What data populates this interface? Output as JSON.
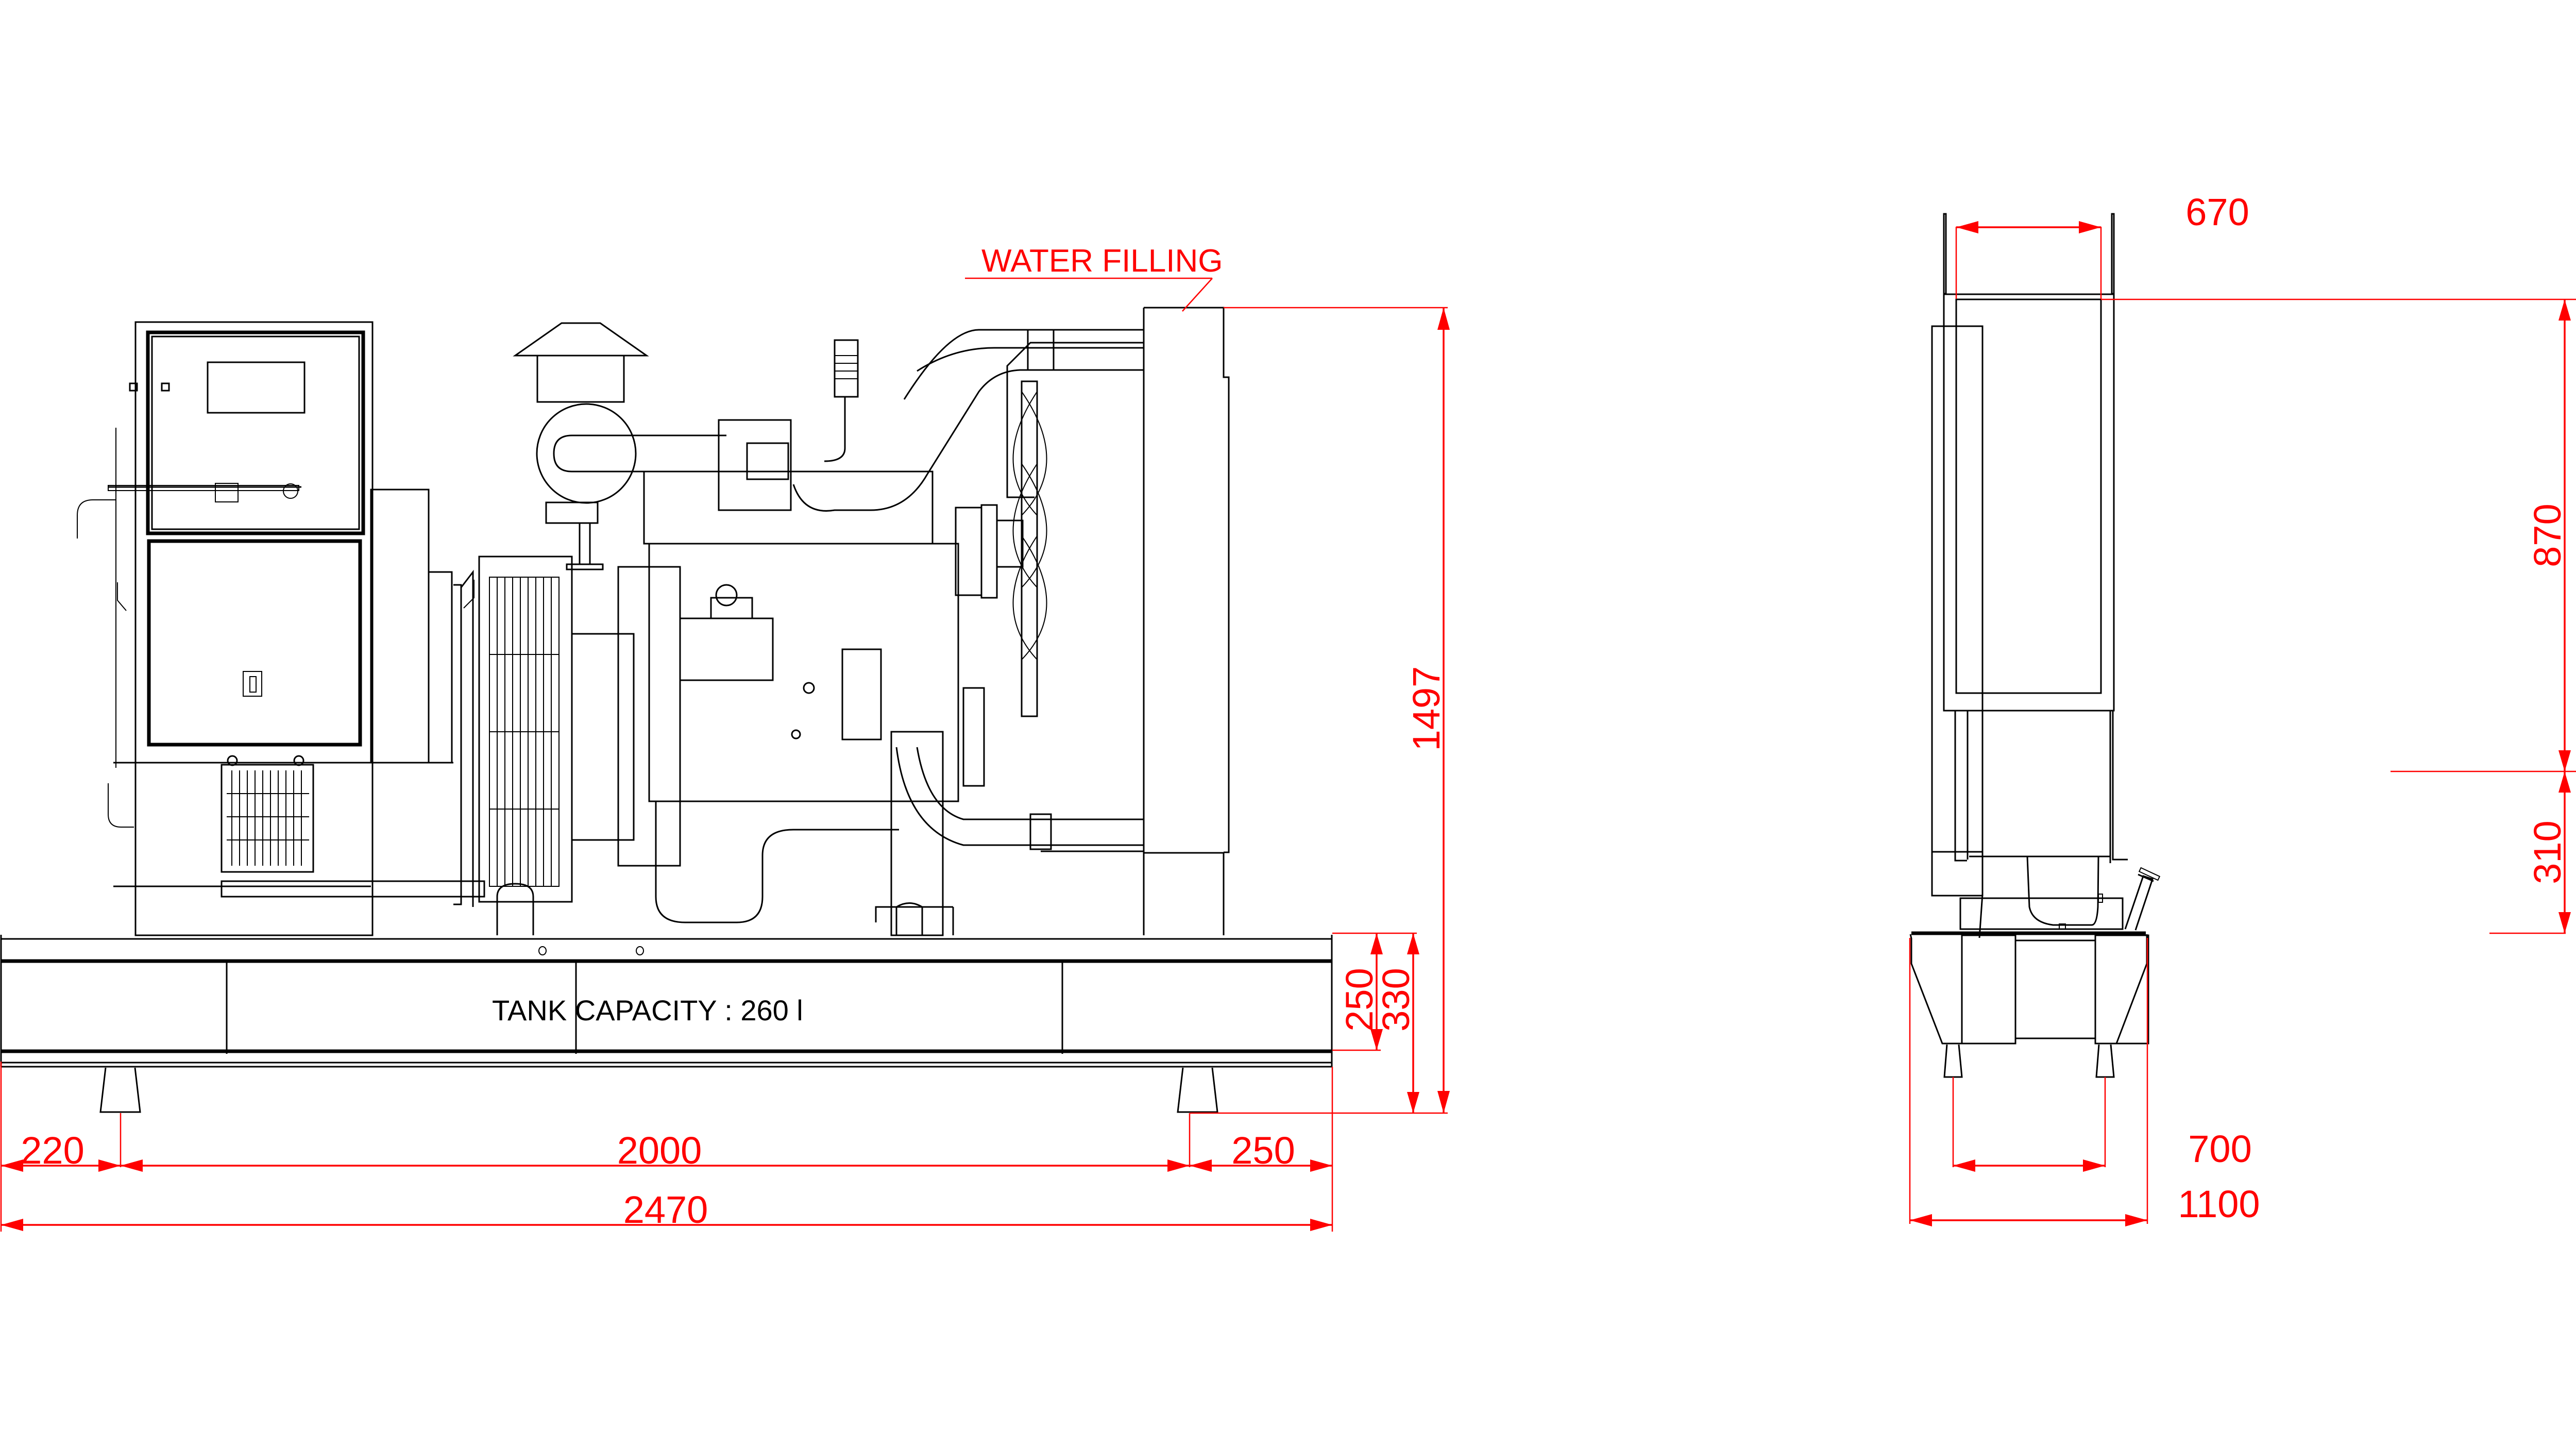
{
  "drawing": {
    "title": "Generator set dimensional drawing",
    "line_color": "#000000",
    "dimension_color": "#ff0000",
    "background": "#ffffff"
  },
  "front_view": {
    "labels": {
      "water_filling": "WATER FILLING",
      "tank_capacity": "TANK CAPACITY : 260 l"
    },
    "dimensions": {
      "left_overhang": "220",
      "leg_spacing": "2000",
      "right_overhang": "250",
      "overall_length": "2470",
      "tank_height": "250",
      "base_height": "330",
      "overall_height": "1497"
    }
  },
  "side_view": {
    "dimensions": {
      "radiator_width": "670",
      "radiator_height": "870",
      "radiator_bottom_height": "310",
      "leg_spacing": "700",
      "overall_width": "1100"
    }
  }
}
